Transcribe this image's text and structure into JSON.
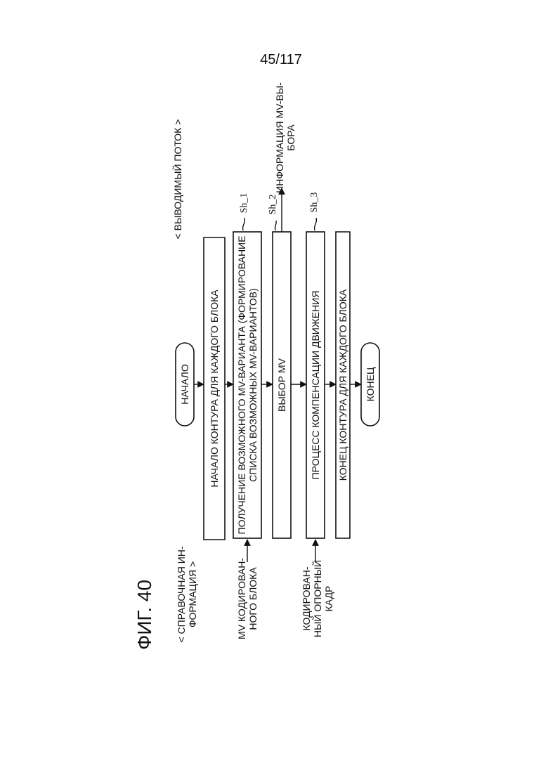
{
  "page_number": "45/117",
  "figure_label": "ФИГ. 40",
  "sections": {
    "reference_info": [
      "< СПРАВОЧНАЯ ИН-",
      "ФОРМАЦИЯ >"
    ],
    "output_stream": "< ВЫВОДИМЫЙ ПОТОК >"
  },
  "terminals": {
    "start": "НАЧАЛО",
    "end": "КОНЕЦ"
  },
  "steps": {
    "loop_start": "НАЧАЛО КОНТУРА ДЛЯ КАЖДОГО БЛОКА",
    "derive_candidates": [
      "ПОЛУЧЕНИЕ ВОЗМОЖНОГО MV-ВАРИАНТА (ФОРМИРОВАНИЕ",
      "СПИСКА ВОЗМОЖНЫХ MV-ВАРИАНТОВ)"
    ],
    "mv_selection": "ВЫБОР MV",
    "motion_compensation": "ПРОЦЕСС КОМПЕНСАЦИИ ДВИЖЕНИЯ",
    "loop_end": "КОНЕЦ КОНТУРА ДЛЯ КАЖДОГО БЛОКА"
  },
  "step_ids": {
    "sh1": "Sh_1",
    "sh2": "Sh_2",
    "sh3": "Sh_3"
  },
  "inputs": {
    "coded_block_mv": [
      "MV КОДИРОВАН-",
      "НОГО БЛОКА"
    ],
    "coded_reference_frame": [
      "КОДИРОВАН-",
      "НЫЙ ОПОРНЫЙ",
      "КАДР"
    ]
  },
  "outputs": {
    "mv_selection_info": [
      "ИНФОРМАЦИЯ MV-ВЫ-",
      "БОРА"
    ]
  }
}
